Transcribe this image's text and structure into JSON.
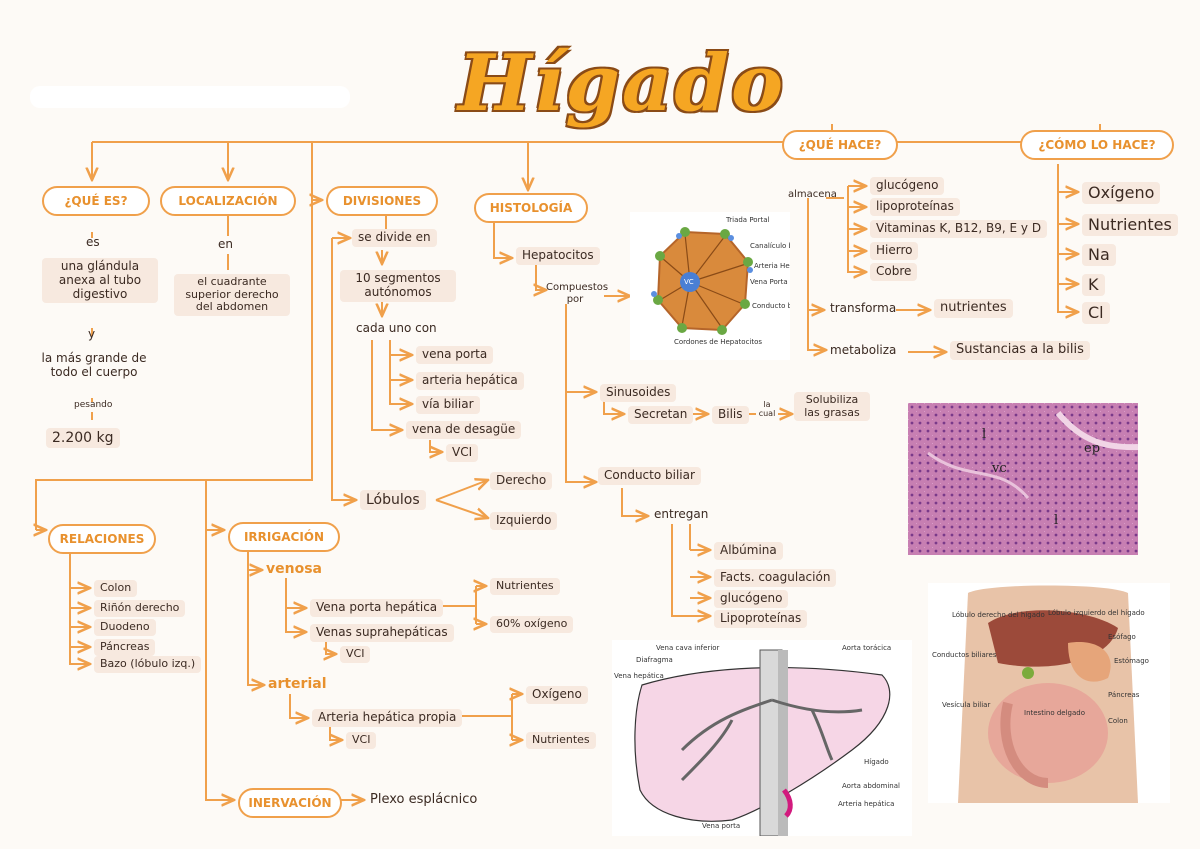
{
  "title": "Hígado",
  "colors": {
    "orange": "#f0a04b",
    "title": "#f5a623",
    "highlight": "#f7e9df"
  },
  "que_es": {
    "header": "¿QUÉ ES?",
    "es": "es",
    "def": "una glándula anexa al tubo digestivo",
    "y": "y",
    "big": "la más grande de todo el cuerpo",
    "pesando": "pesando",
    "weight": "2.200 kg"
  },
  "localizacion": {
    "header": "LOCALIZACIÓN",
    "en": "en",
    "text": "el cuadrante superior derecho del abdomen"
  },
  "divisiones": {
    "header": "DIVISIONES",
    "se_divide": "se divide en",
    "segmentos": "10 segmentos autónomos",
    "cada_uno": "cada uno con",
    "items": [
      "vena porta",
      "arteria hepática",
      "vía biliar",
      "vena de desagüe"
    ],
    "vci": "VCI",
    "lobulos": "Lóbulos",
    "derecho": "Derecho",
    "izquierdo": "Izquierdo"
  },
  "histologia": {
    "header": "HISTOLOGÍA",
    "hepatocitos": "Hepatocitos",
    "compuestos": "Compuestos por",
    "sinusoides": "Sinusoides",
    "secretan": "Secretan",
    "bilis": "Bilis",
    "la_cual": "la cual",
    "solubiliza": "Solubiliza las grasas",
    "conducto": "Conducto biliar",
    "entregan": "entregan",
    "products": [
      "Albúmina",
      "Facts. coagulación",
      "glucógeno",
      "Lipoproteínas"
    ]
  },
  "que_hace": {
    "header": "¿QUÉ HACE?",
    "almacena": "almacena",
    "stored": [
      "glucógeno",
      "lipoproteínas",
      "Vitaminas K, B12, B9, E y D",
      "Hierro",
      "Cobre"
    ],
    "transforma": "transforma",
    "nutrientes": "nutrientes",
    "metaboliza": "metaboliza",
    "sustancias": "Sustancias a la bilis"
  },
  "como_lo_hace": {
    "header": "¿CÓMO LO HACE?",
    "items": [
      "Oxígeno",
      "Nutrientes",
      "Na",
      "K",
      "Cl"
    ]
  },
  "relaciones": {
    "header": "RELACIONES",
    "items": [
      "Colon",
      "Riñón derecho",
      "Duodeno",
      "Páncreas",
      "Bazo (lóbulo izq.)"
    ]
  },
  "irrigacion": {
    "header": "IRRIGACIÓN",
    "venosa": "venosa",
    "vena_porta": "Vena porta hepática",
    "nutrientes": "Nutrientes",
    "oxigeno60": "60% oxígeno",
    "venas_supra": "Venas suprahepáticas",
    "vci": "VCI",
    "arterial": "arterial",
    "arteria_propia": "Arteria hepática propia",
    "oxigeno": "Oxígeno",
    "nutrientes2": "Nutrientes",
    "vci2": "VCI"
  },
  "inervacion": {
    "header": "INERVACIÓN",
    "plexo": "Plexo esplácnico"
  },
  "lobule_img": {
    "triada": "Triada Portal",
    "canaliculo": "Canalículo biliar",
    "arteria": "Arteria Hepática",
    "vena_porta": "Vena Porta",
    "conducto": "Conducto biliar",
    "cordones": "Cordones de Hepatocitos",
    "vc": "VC"
  },
  "histo_img": {
    "l1": "l",
    "vc": "vc",
    "ep": "ep",
    "l2": "l"
  },
  "liver_img": {
    "vena_cava": "Vena cava inferior",
    "aorta_toracica": "Aorta torácica",
    "diafragma": "Diafragma",
    "vena_hepatica": "Vena hepática",
    "higado": "Hígado",
    "aorta_abdominal": "Aorta abdominal",
    "arteria_hepatica": "Arteria hepática",
    "vena_porta": "Vena porta"
  },
  "anatomy_img": {
    "lobulo_der": "Lóbulo derecho del hígado",
    "lobulo_izq": "Lóbulo izquierdo del hígado",
    "esofago": "Esófago",
    "conductos": "Conductos biliares",
    "estomago": "Estómago",
    "vesicula": "Vesícula biliar",
    "pancreas": "Páncreas",
    "intestino": "Intestino delgado",
    "colon": "Colon"
  }
}
